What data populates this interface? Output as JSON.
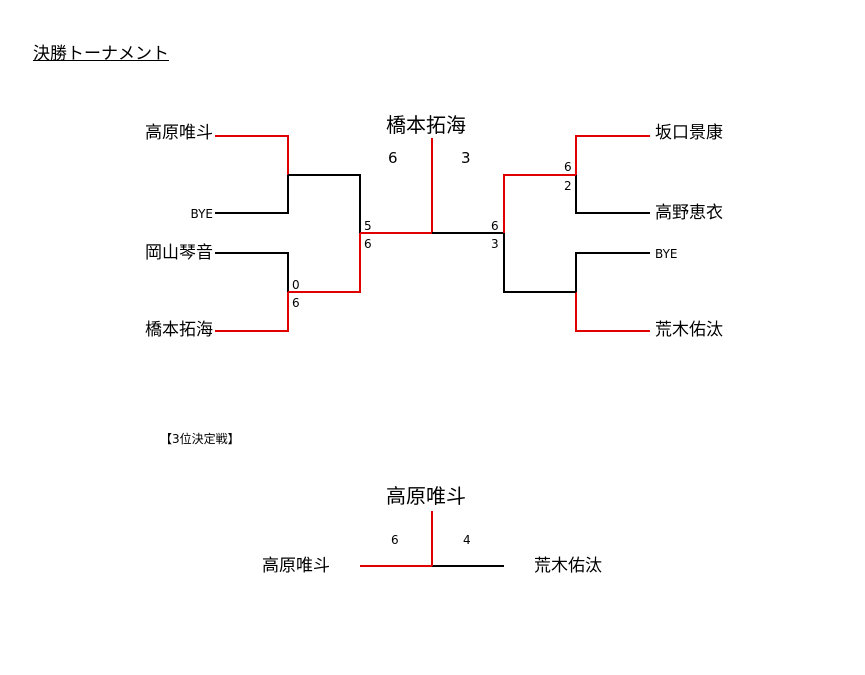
{
  "title": "決勝トーナメント",
  "final": {
    "champion": "橋本拓海",
    "final_score_left": "6",
    "final_score_right": "3",
    "left_players": [
      "高原唯斗",
      "BYE",
      "岡山琴音",
      "橋本拓海"
    ],
    "right_players": [
      "坂口景康",
      "高野恵衣",
      "BYE",
      "荒木佑汰"
    ],
    "scores": {
      "left_semi_top": "0",
      "left_semi_bottom": "6",
      "left_final_top": "5",
      "left_final_bottom": "6",
      "right_semi_top": "6",
      "right_semi_bottom": "2",
      "right_final_top": "6",
      "right_final_bottom": "3"
    }
  },
  "third_place": {
    "label": "【3位決定戦】",
    "winner": "高原唯斗",
    "left_player": "高原唯斗",
    "right_player": "荒木佑汰",
    "score_left": "6",
    "score_right": "4"
  },
  "colors": {
    "winner_line": "#e00000",
    "loser_line": "#000000"
  }
}
